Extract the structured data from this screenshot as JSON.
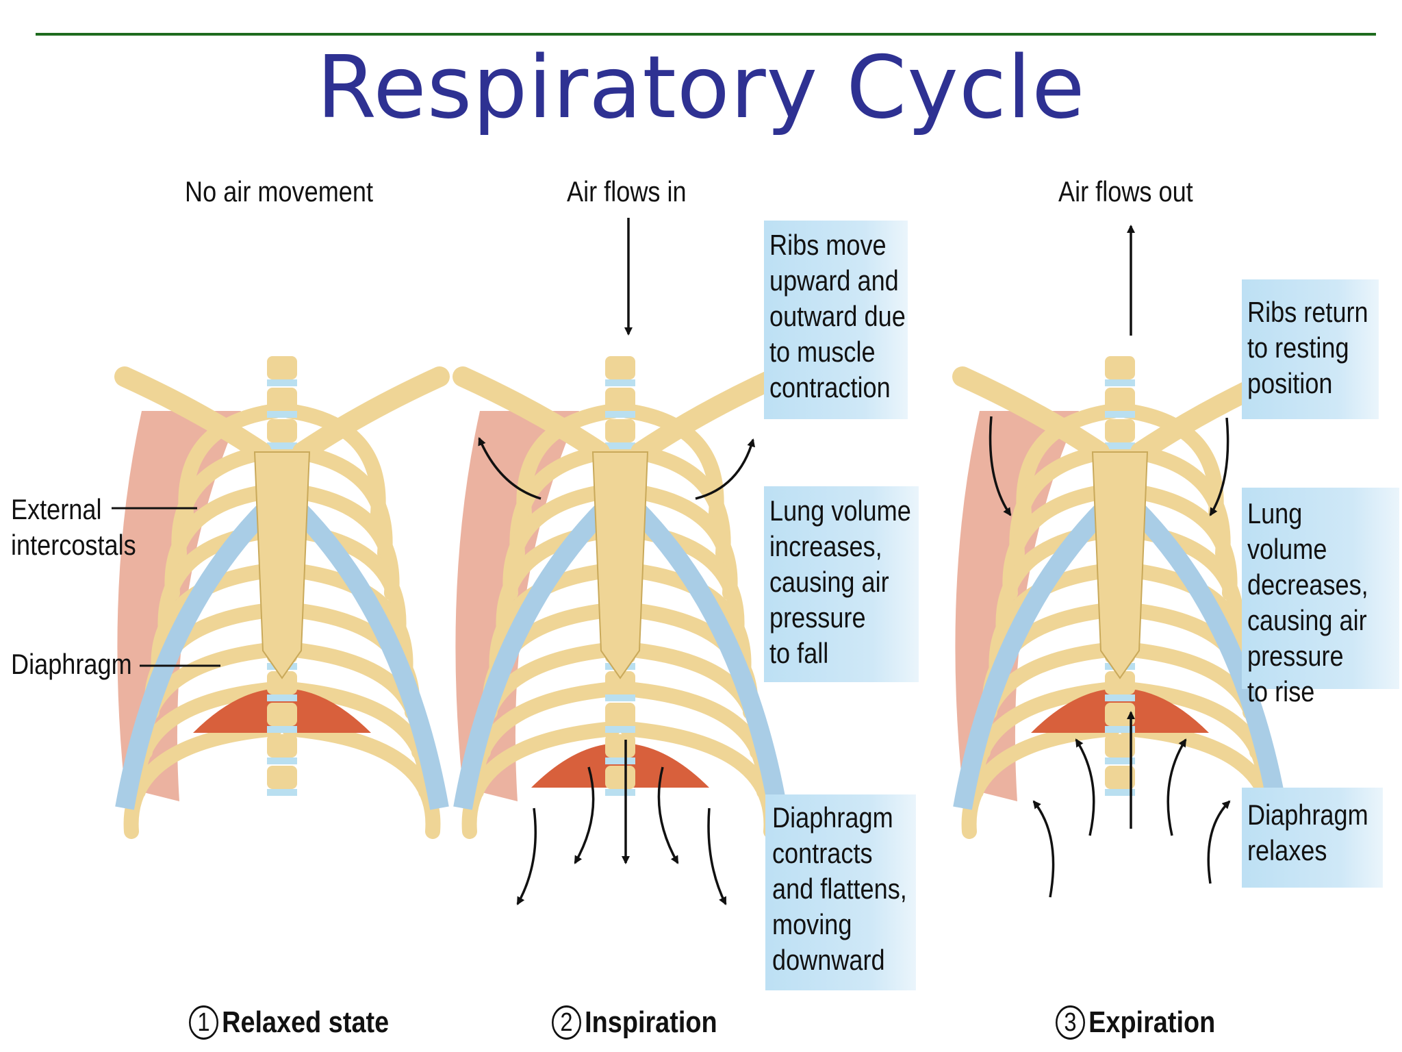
{
  "slide": {
    "title": "Respiratory Cycle"
  },
  "panels": [
    {
      "header": "No air movement",
      "step": "1",
      "caption": "Relaxed state",
      "labels": {
        "intercostals": "External\nintercostals",
        "diaphragm": "Diaphragm"
      }
    },
    {
      "header": "Air flows in",
      "step": "2",
      "caption": "Inspiration",
      "notes": [
        "Ribs move\nupward and\noutward due\nto muscle\ncontraction",
        "Lung volume\nincreases,\ncausing air\npressure\nto fall",
        "Diaphragm\ncontracts\nand flattens,\nmoving\ndownward"
      ]
    },
    {
      "header": "Air flows out",
      "step": "3",
      "caption": "Expiration",
      "notes": [
        "Ribs return\nto resting\nposition",
        "Lung volume\ndecreases,\ncausing air\npressure\nto rise",
        "Diaphragm\nrelaxes"
      ]
    }
  ],
  "colors": {
    "title": "#2e3192",
    "rule": "#1e6b1e",
    "bone": "#efd596",
    "cartilage": "#a9cde6",
    "muscle": "#e8a58f",
    "diaphragm": "#d8603c",
    "note_box": "#c6e4f6"
  }
}
